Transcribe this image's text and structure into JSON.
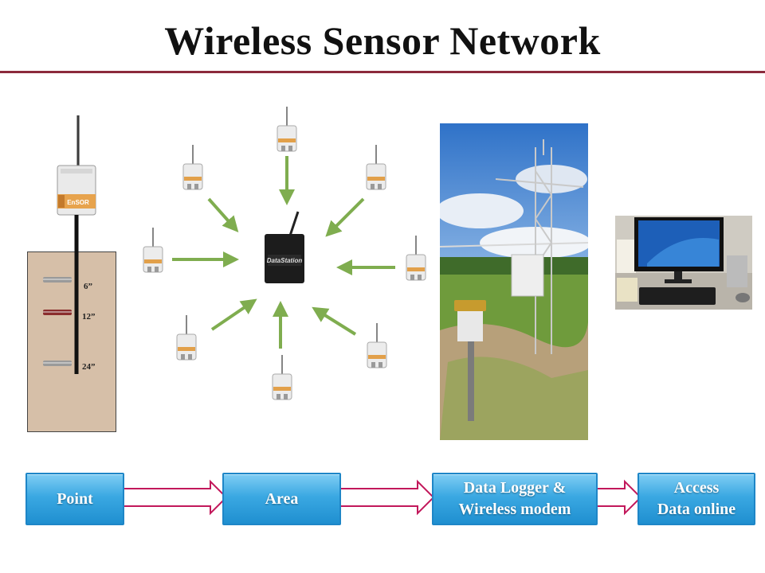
{
  "title": "Wireless Sensor Network",
  "colors": {
    "rule": "#8b2a3c",
    "arrow_green": "#7fad4f",
    "step_blue": "#2f9fdf",
    "soil": "#d6bfa8"
  },
  "probe": {
    "logo": "EnSOR",
    "depths": [
      "6”",
      "12”",
      "24”"
    ]
  },
  "hub": {
    "logo": "DataStation"
  },
  "flow": {
    "steps": [
      {
        "lines": [
          "Point"
        ]
      },
      {
        "lines": [
          "Area"
        ]
      },
      {
        "lines": [
          "Data Logger &",
          "Wireless modem"
        ]
      },
      {
        "lines": [
          "Access",
          "Data online"
        ]
      }
    ]
  },
  "icons": [
    "sensor-node-icon",
    "data-station-icon",
    "weather-station-photo",
    "computer-workstation-photo"
  ]
}
